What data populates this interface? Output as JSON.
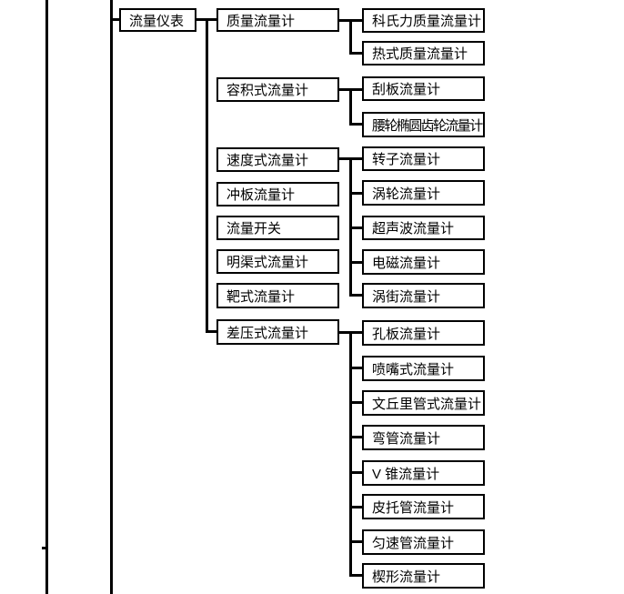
{
  "diagram": {
    "root": {
      "label": "流量仪表"
    },
    "level2": [
      {
        "label": "质量流量计",
        "children": [
          "科氏力质量流量计",
          "热式质量流量计"
        ]
      },
      {
        "label": "容积式流量计",
        "children": [
          "刮板流量计",
          "腰轮椭圆齿轮流量计"
        ]
      },
      {
        "label": "速度式流量计",
        "children": [
          "转子流量计",
          "涡轮流量计",
          "超声波流量计",
          "电磁流量计",
          "涡街流量计"
        ]
      },
      {
        "label": "冲板流量计",
        "children": []
      },
      {
        "label": "流量开关",
        "children": []
      },
      {
        "label": "明渠式流量计",
        "children": []
      },
      {
        "label": "靶式流量计",
        "children": []
      },
      {
        "label": "差压式流量计",
        "children": [
          "孔板流量计",
          "喷嘴式流量计",
          "文丘里管式流量计",
          "弯管流量计",
          "V 锥流量计",
          "皮托管流量计",
          "匀速管流量计",
          "楔形流量计"
        ]
      }
    ],
    "colors": {
      "line": "#000000",
      "box_border": "#000000",
      "background": "#ffffff",
      "text": "#000000"
    }
  }
}
